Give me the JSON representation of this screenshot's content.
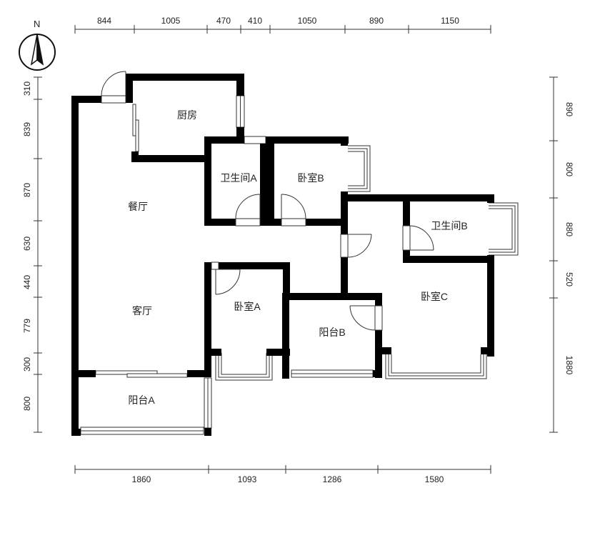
{
  "north": {
    "label": "N"
  },
  "dims": {
    "top": [
      "844",
      "1005",
      "470",
      "410",
      "1050",
      "890",
      "1150"
    ],
    "bottom": [
      "1860",
      "1093",
      "1286",
      "1580"
    ],
    "left": [
      "310",
      "839",
      "870",
      "630",
      "440",
      "779",
      "300",
      "800"
    ],
    "right": [
      "890",
      "800",
      "880",
      "520",
      "1880"
    ]
  },
  "rooms": {
    "kitchen": "厨房",
    "dining": "餐厅",
    "living": "客厅",
    "bath_a": "卫生间A",
    "bath_b": "卫生间B",
    "bed_a": "卧室A",
    "bed_b": "卧室B",
    "bed_c": "卧室C",
    "balcony_a": "阳台A",
    "balcony_b": "阳台B"
  }
}
